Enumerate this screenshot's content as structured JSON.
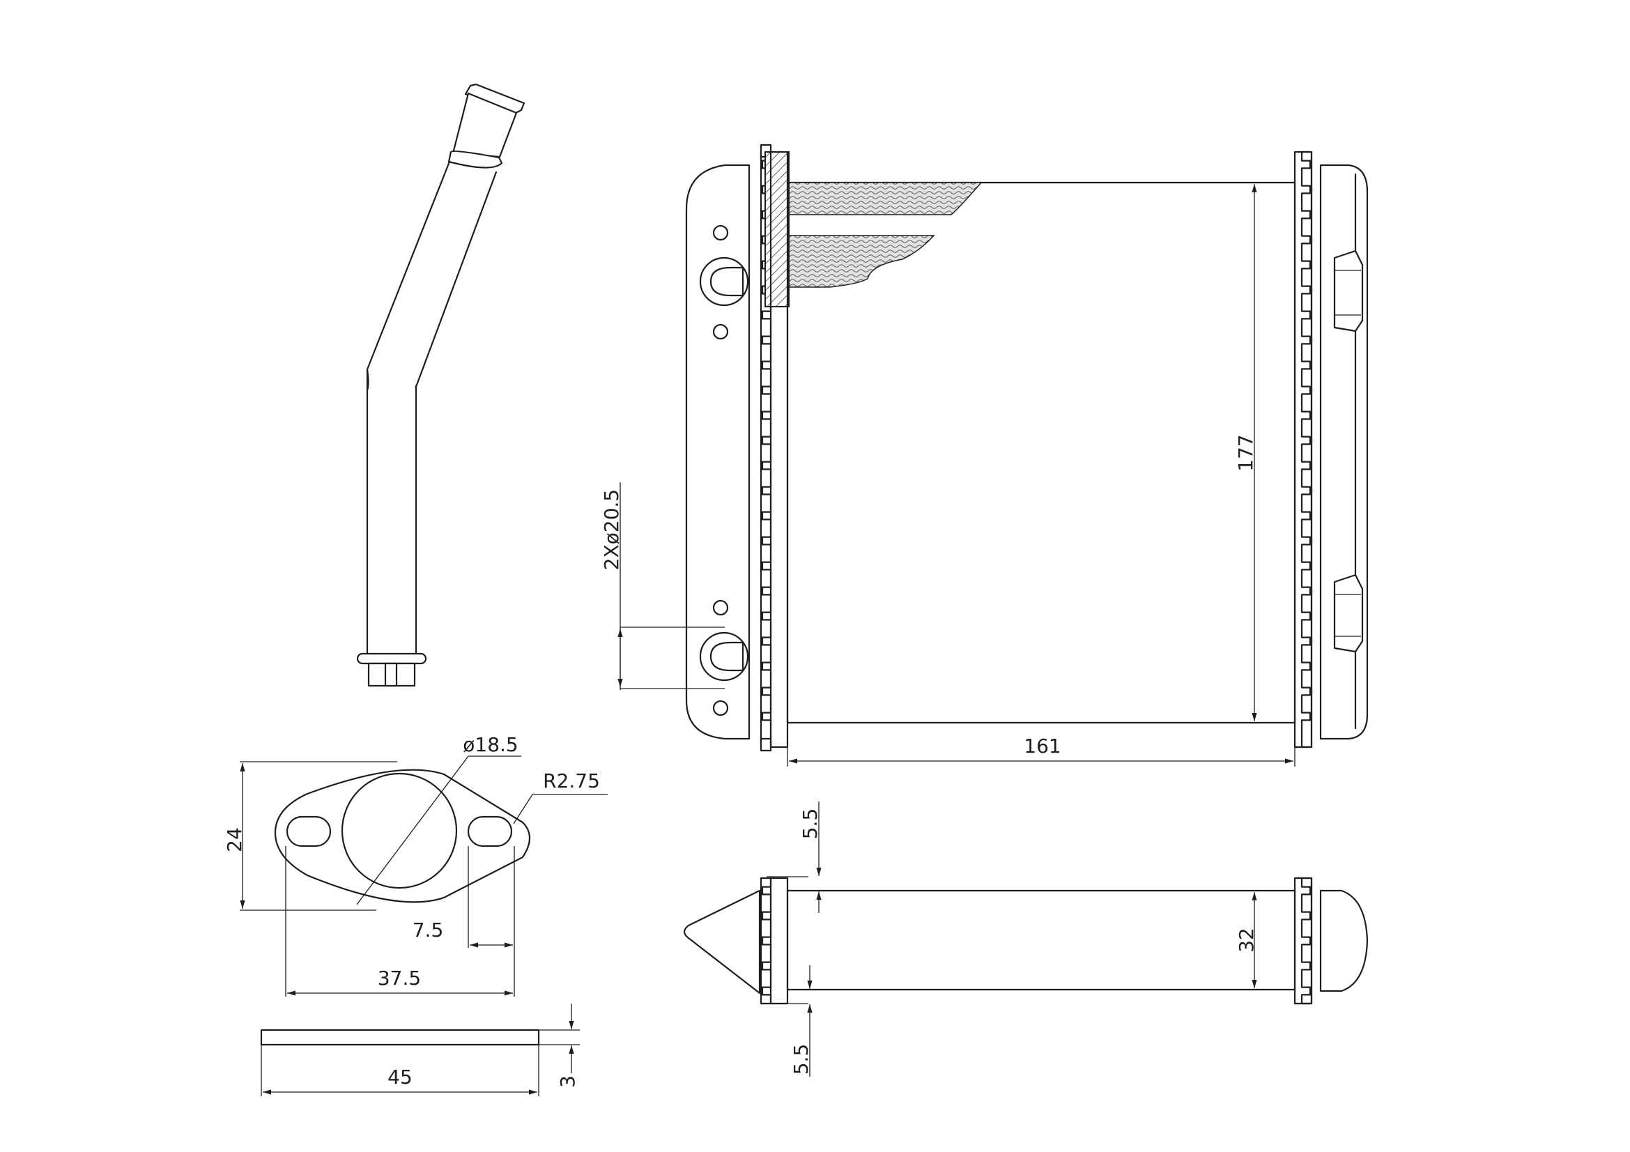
{
  "dimensions": {
    "flange_hole_diameter": "ø18.5",
    "slot_radius": "R2.75",
    "flange_height": "24",
    "slot_offset": "7.5",
    "slot_pitch": "37.5",
    "flange_length": "45",
    "flange_thickness": "3",
    "pipe_diameter": "2Xø20.5",
    "core_height": "177",
    "core_width": "161",
    "core_depth": "32",
    "tank_top_offset": "5.5",
    "tank_bottom_offset": "5.5"
  },
  "colors": {
    "line": "#1e1e1e",
    "background": "#ffffff",
    "fin_fill": "#d0d0d0"
  }
}
